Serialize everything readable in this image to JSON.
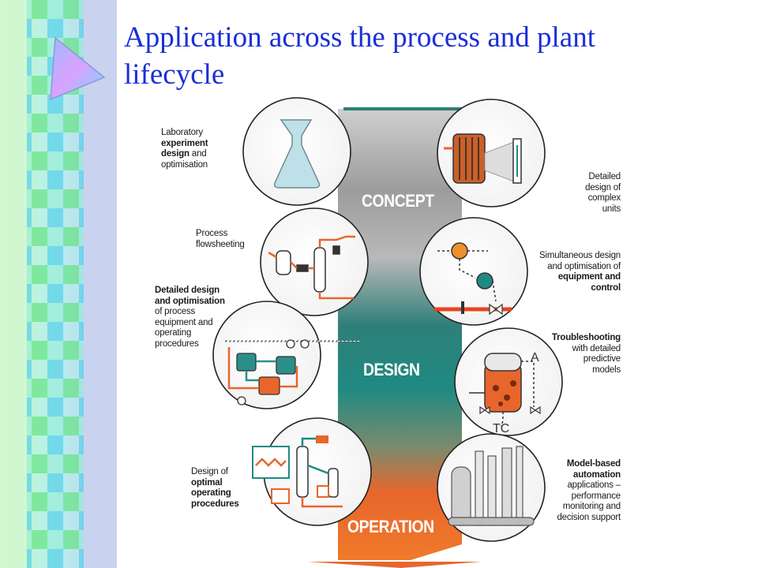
{
  "title": "Application across the process and plant lifecycle",
  "stages": {
    "concept": "CONCEPT",
    "design": "DESIGN",
    "operation": "OPERATION"
  },
  "labels": {
    "lab": {
      "l1": "Laboratory",
      "l2": "experiment",
      "l3": "design",
      "l3b": " and",
      "l4": "optimisation"
    },
    "flowsheet": {
      "l1": "Process",
      "l2": "flowsheeting"
    },
    "detailed_process": {
      "l1": "Detailed design",
      "l2": "and optimisation",
      "l3": "of process",
      "l4": "equipment and",
      "l5": "operating",
      "l6": "procedures"
    },
    "optimal_ops": {
      "l1": "Design of",
      "l2": "optimal",
      "l3": "operating",
      "l4": "procedures"
    },
    "complex_units": {
      "l1": "Detailed",
      "l2": "design of",
      "l3": "complex",
      "l4": "units"
    },
    "simultaneous": {
      "l1": "Simultaneous design",
      "l2": "and optimisation of",
      "l3": "equipment and",
      "l4": "control"
    },
    "troubleshooting": {
      "l1": "Troubleshooting",
      "l2": "with detailed",
      "l3": "predictive",
      "l4": "models"
    },
    "automation": {
      "l1": "Model-based",
      "l2": "automation",
      "l3": "applications –",
      "l4": "performance",
      "l5": "monitoring and",
      "l6": "decision support"
    }
  },
  "icon_text": {
    "tc": "TC",
    "a": "A"
  }
}
